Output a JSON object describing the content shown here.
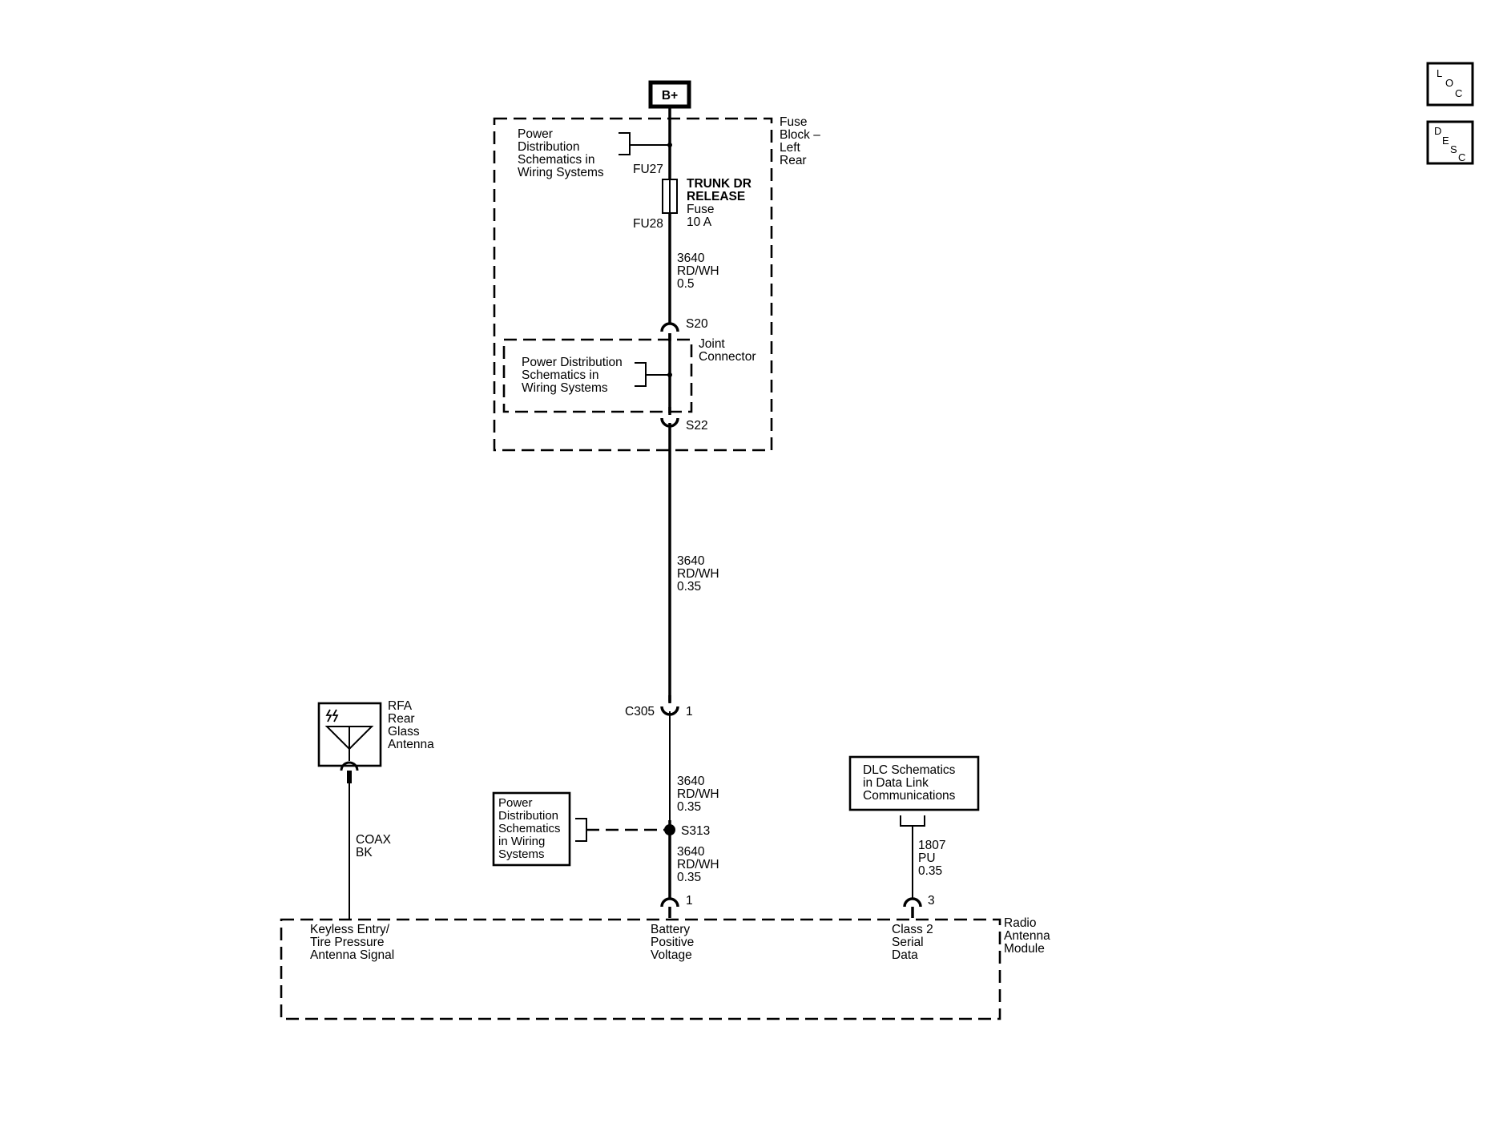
{
  "nav": {
    "loc_label": "LOC",
    "desc_label": "DESC"
  },
  "bplus": "B+",
  "fuse_block": {
    "label_lines": [
      "Fuse",
      "Block –",
      "Left",
      "Rear"
    ],
    "power_ref_lines": [
      "Power",
      "Distribution",
      "Schematics in",
      "Wiring Systems"
    ],
    "fuse_in": "FU27",
    "fuse_out": "FU28",
    "fuse_name_lines": [
      "TRUNK DR",
      "RELEASE"
    ],
    "fuse_type_lines": [
      "Fuse",
      "10 A"
    ],
    "wire1_lines": [
      "3640",
      "RD/WH",
      "0.5"
    ],
    "s20": "S20",
    "s22": "S22"
  },
  "joint_connector": {
    "label_lines": [
      "Joint",
      "Connector"
    ],
    "power_ref_lines": [
      "Power Distribution",
      "Schematics in",
      "Wiring Systems"
    ]
  },
  "wire2_lines": [
    "3640",
    "RD/WH",
    "0.35"
  ],
  "c305": {
    "name": "C305",
    "pin": "1"
  },
  "wire3_lines": [
    "3640",
    "RD/WH",
    "0.35"
  ],
  "s313": "S313",
  "s313_power_ref_lines": [
    "Power",
    "Distribution",
    "Schematics",
    "in Wiring",
    "Systems"
  ],
  "wire4_lines": [
    "3640",
    "RD/WH",
    "0.35"
  ],
  "battery_pin": "1",
  "antenna": {
    "label_lines": [
      "RFA",
      "Rear",
      "Glass",
      "Antenna"
    ]
  },
  "coax_lines": [
    "COAX",
    "BK"
  ],
  "dlc": {
    "ref_lines": [
      "DLC Schematics",
      "in Data Link",
      "Communications"
    ]
  },
  "wire5_lines": [
    "1807",
    "PU",
    "0.35"
  ],
  "class2_pin": "3",
  "module": {
    "label_lines": [
      "Radio",
      "Antenna",
      "Module"
    ],
    "keyless_lines": [
      "Keyless Entry/",
      "Tire Pressure",
      "Antenna Signal"
    ],
    "battery_lines": [
      "Battery",
      "Positive",
      "Voltage"
    ],
    "class2_lines": [
      "Class 2",
      "Serial",
      "Data"
    ]
  }
}
